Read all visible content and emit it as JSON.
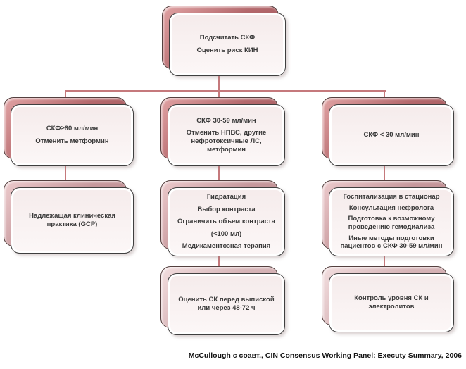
{
  "diagram": {
    "title": "CIN risk management flowchart (ru)",
    "nodes": {
      "top": {
        "lines": [
          "Подсчитать СКФ",
          "Оценить риск КИН"
        ]
      },
      "left2": {
        "lines": [
          "СКФ≥60 мл/мин",
          "Отменить метформин"
        ]
      },
      "mid2": {
        "lines": [
          "СКФ 30-59 мл/мин",
          "Отменить НПВС, другие нефротоксичные ЛС, метформин"
        ]
      },
      "right2": {
        "lines": [
          "СКФ < 30 мл/мин"
        ]
      },
      "left3": {
        "lines": [
          "Надлежащая клиническая практика (GCP)"
        ]
      },
      "mid3": {
        "lines": [
          "Гидратация",
          "Выбор контраста",
          "Ограничить объем контраста",
          "(<100 мл)",
          "Медикаментозная терапия"
        ]
      },
      "right3": {
        "lines": [
          "Госпитализация в стационар",
          "Консультация нефролога",
          "Подготовка к возможному проведению гемодиализа",
          "Иные методы подготовки пациентов с СКФ 30-59 мл/мин"
        ]
      },
      "mid4": {
        "lines": [
          "Оценить СК перед выпиской или через 48-72 ч"
        ]
      },
      "right4": {
        "lines": [
          "Контроль уровня СК и электролитов"
        ]
      }
    },
    "caption": "McCullough с соавт., CIN Consensus Working Panel: Executy Summary, 2006",
    "colors": {
      "shadow_dark": "#b4686c",
      "shadow_mid": "#c6989c",
      "shadow_light": "#d7b4b7",
      "card_fill": "#f8f0f0",
      "card_border": "#3f3f3f",
      "connector": "#c5797c",
      "text": "#3a3a3a"
    }
  }
}
